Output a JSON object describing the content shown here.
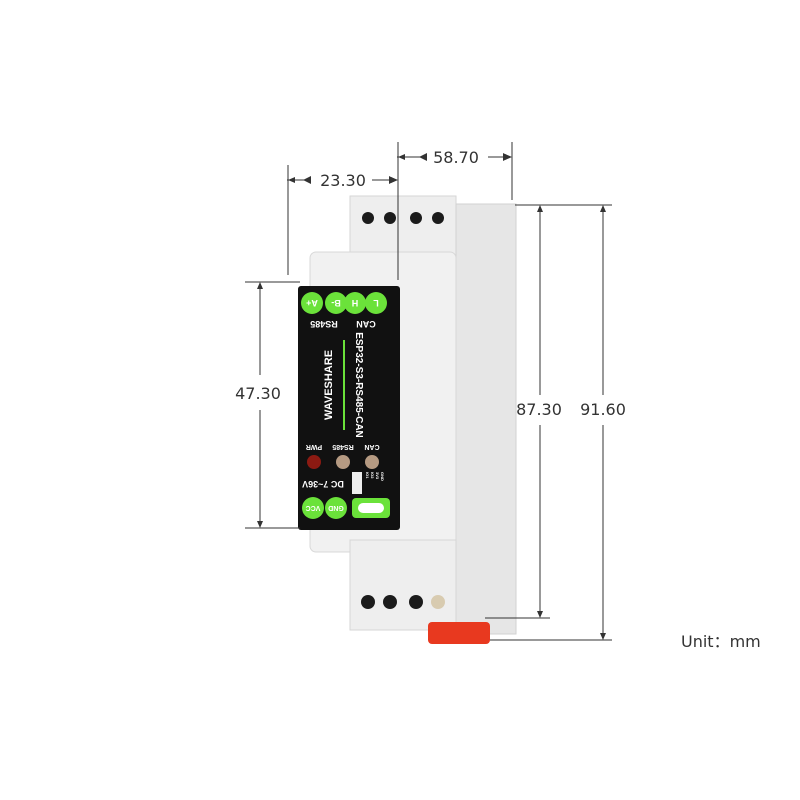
{
  "dimensions": {
    "front_width": "23.30",
    "depth": "58.70",
    "front_height": "47.30",
    "body_height": "87.30",
    "total_height": "91.60"
  },
  "unit_label": "Unit：mm",
  "device": {
    "brand": "WAVESHARE",
    "model": "ESP32-S3-RS485-CAN",
    "terminals_top": [
      "A+",
      "B-",
      "H",
      "L"
    ],
    "group_rs485": "RS485",
    "group_can": "CAN",
    "leds": [
      "PWR",
      "RS485",
      "CAN"
    ],
    "power_label": "DC 7~36V",
    "terminals_bottom": [
      "VCC",
      "GND"
    ],
    "header_pins": [
      "IO1",
      "IO2",
      "3V3",
      "GND"
    ],
    "colors": {
      "panel": "#111111",
      "accent": "#6be23a",
      "clip": "#e8391f"
    }
  }
}
